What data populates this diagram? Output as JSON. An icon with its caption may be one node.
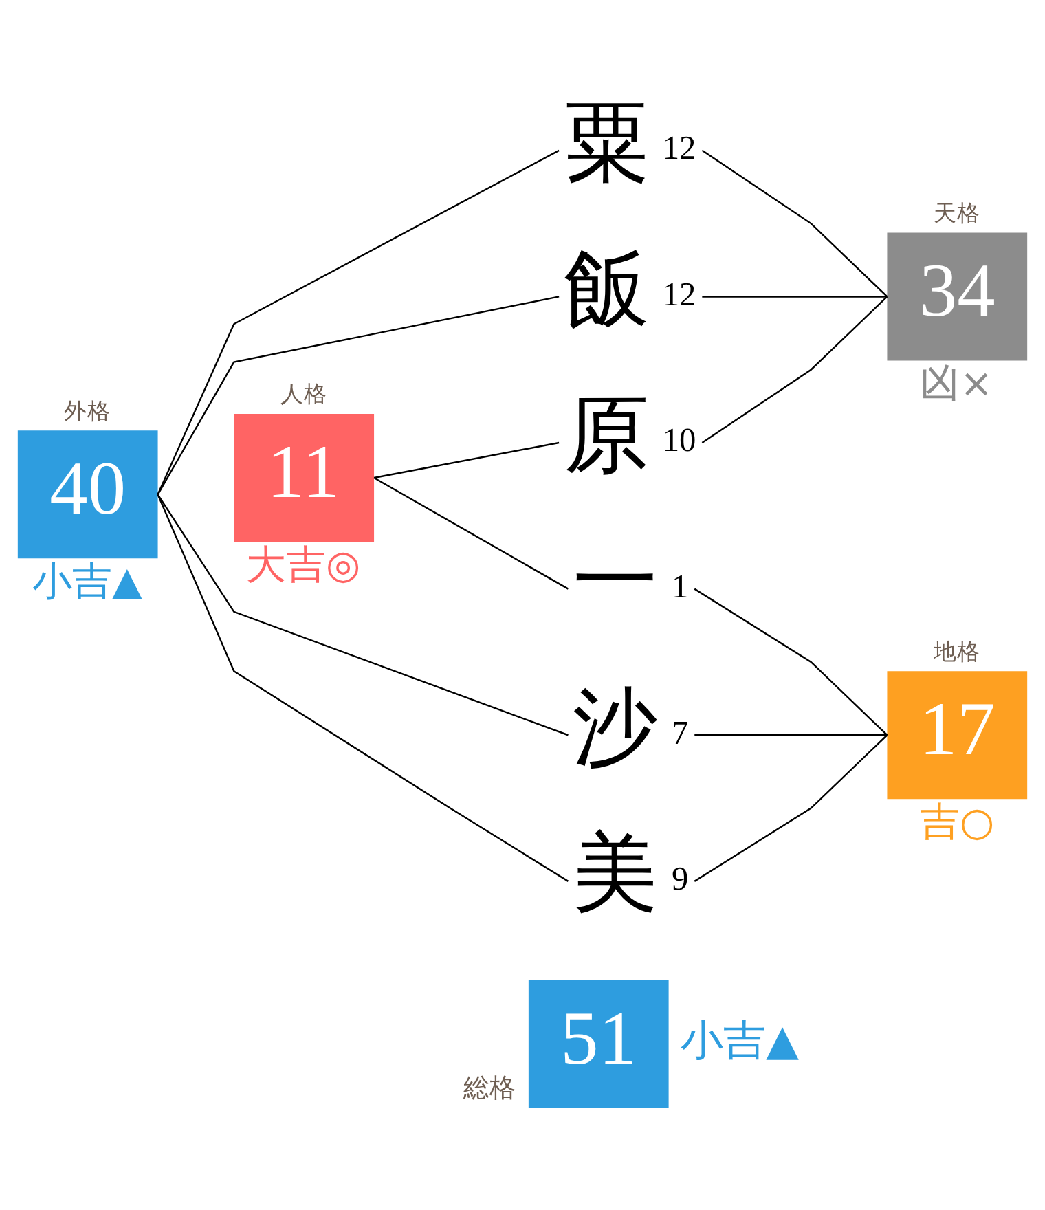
{
  "diagram": {
    "nodes": [
      {
        "text": [
          "外格",
          "40"
        ],
        "beside": [
          "小吉▲"
        ]
      },
      {
        "text": [
          "粟"
        ],
        "beside": [
          "12"
        ]
      },
      {
        "text": [
          "天格",
          "34"
        ],
        "beside": [
          "凶×"
        ]
      },
      {
        "text": [
          "飯"
        ],
        "beside": [
          "12"
        ]
      },
      {
        "text": [
          "原"
        ],
        "beside": [
          "10"
        ]
      },
      {
        "text": [
          "人格",
          "11"
        ],
        "beside": [
          "大吉◎"
        ]
      },
      {
        "text": [
          "一"
        ],
        "beside": [
          "1"
        ]
      },
      {
        "text": [
          "地格",
          "17"
        ],
        "beside": [
          "吉○"
        ]
      },
      {
        "text": [
          "沙"
        ],
        "beside": [
          "7"
        ]
      },
      {
        "text": [
          "美"
        ],
        "beside": [
          "9"
        ]
      },
      {
        "text": [
          "総格",
          "51"
        ],
        "beside": [
          "小吉▲"
        ]
      }
    ],
    "edges": [
      {
        "from": 0,
        "to": 1,
        "arrow": "none"
      },
      {
        "from": 0,
        "to": 3,
        "arrow": "none"
      },
      {
        "from": 0,
        "to": 8,
        "arrow": "none"
      },
      {
        "from": 0,
        "to": 9,
        "arrow": "none"
      },
      {
        "from": 1,
        "to": 2,
        "arrow": "none"
      },
      {
        "from": 3,
        "to": 2,
        "arrow": "none"
      },
      {
        "from": 4,
        "to": 2,
        "arrow": "none"
      },
      {
        "from": 5,
        "to": 4,
        "arrow": "none"
      },
      {
        "from": 5,
        "to": 6,
        "arrow": "none"
      },
      {
        "from": 6,
        "to": 7,
        "arrow": "none"
      },
      {
        "from": 8,
        "to": 7,
        "arrow": "none"
      },
      {
        "from": 9,
        "to": 7,
        "arrow": "none"
      }
    ]
  }
}
